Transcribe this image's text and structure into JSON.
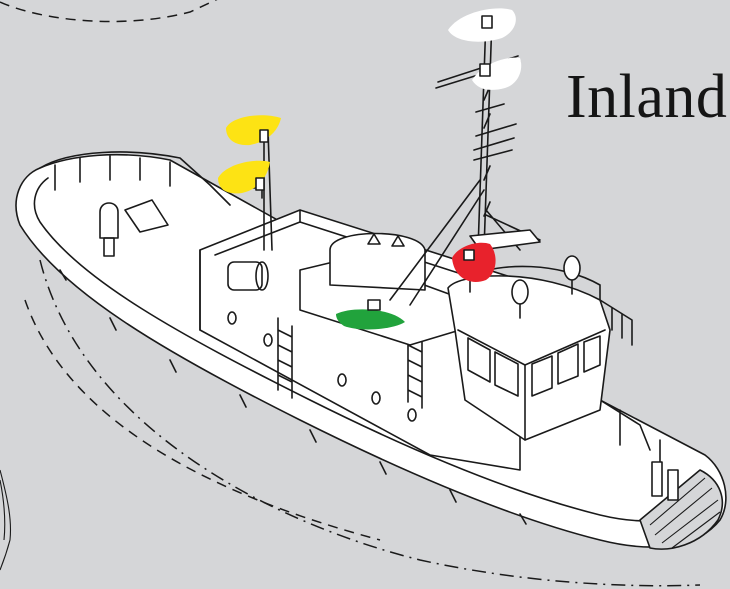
{
  "title": "Inland",
  "lights": [
    {
      "id": "masthead-upper",
      "color": "#ffffff"
    },
    {
      "id": "masthead-lower",
      "color": "#ffffff"
    },
    {
      "id": "towing-upper",
      "color": "#fde314"
    },
    {
      "id": "towing-lower",
      "color": "#fde314"
    },
    {
      "id": "port-sidelight",
      "color": "#e8222c"
    },
    {
      "id": "starboard-sidelight",
      "color": "#21a33c"
    }
  ],
  "colors": {
    "background": "#d5d6d8",
    "line": "#1a1a1a",
    "hull": "#ffffff"
  }
}
